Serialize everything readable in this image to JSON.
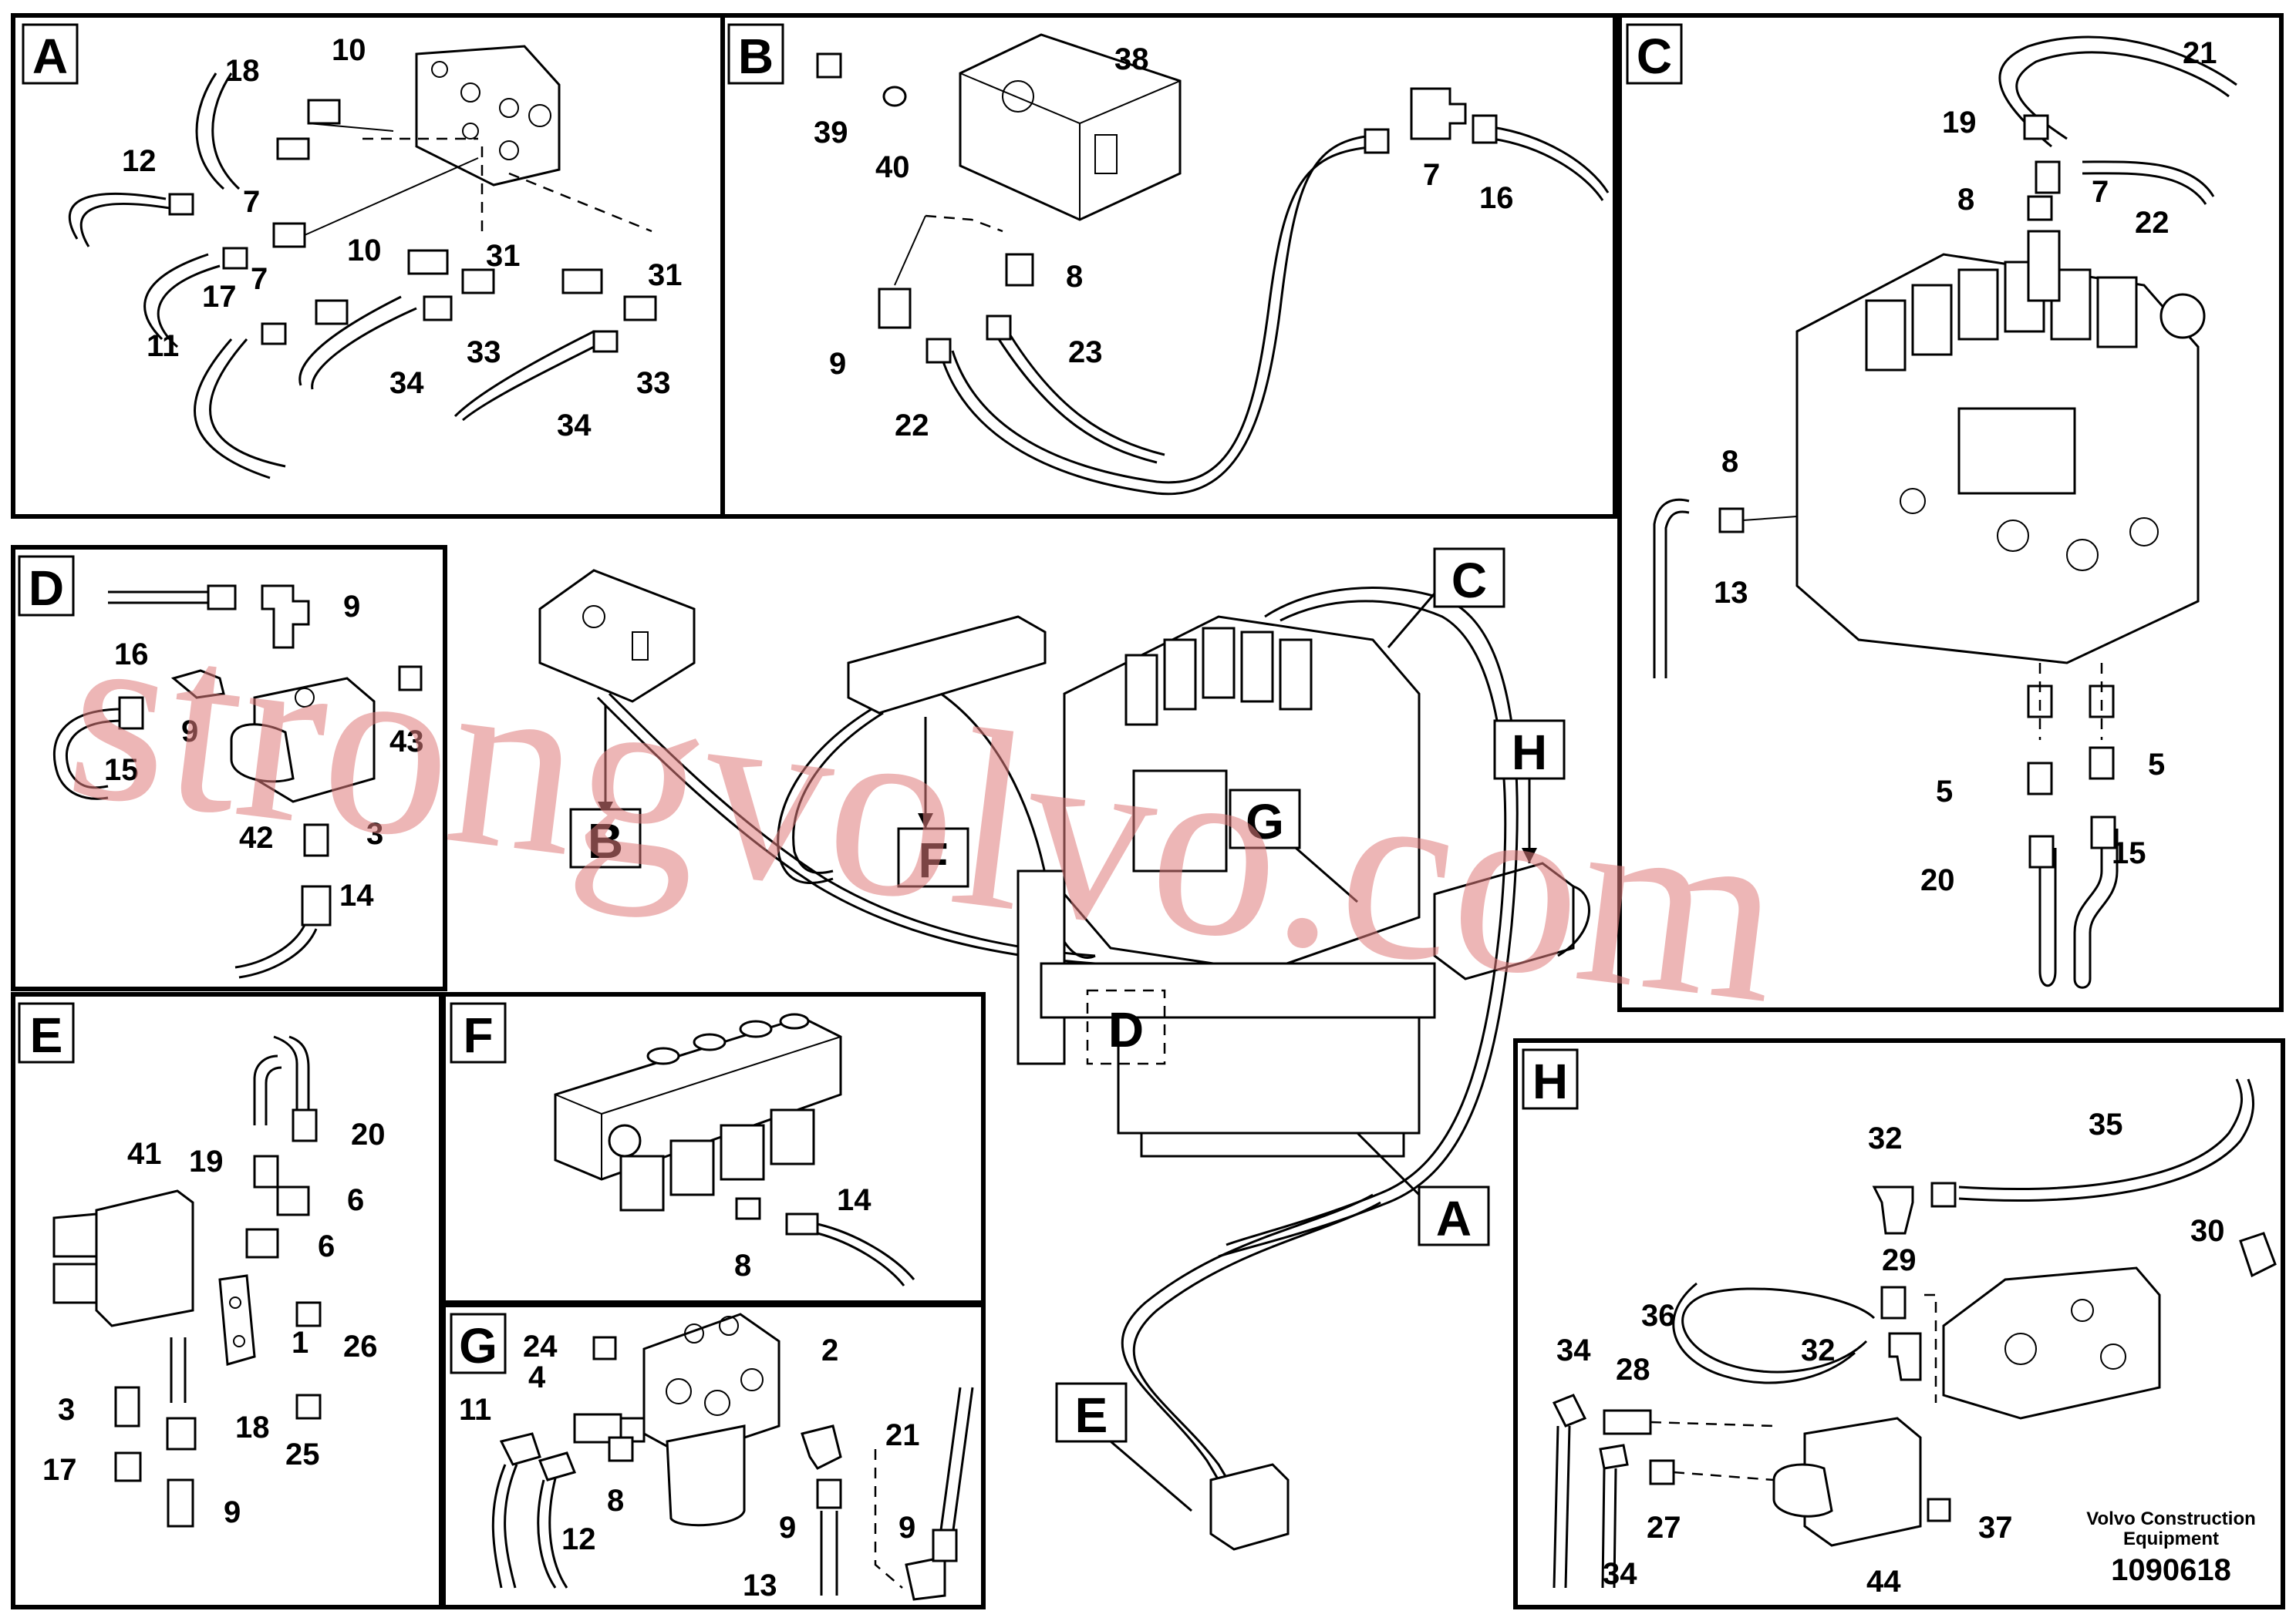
{
  "panels": [
    {
      "key": "A",
      "labels": [
        "10",
        "18",
        "12",
        "7",
        "7",
        "10",
        "31",
        "31",
        "17",
        "11",
        "34",
        "33",
        "33",
        "34"
      ]
    },
    {
      "key": "B",
      "labels": [
        "39",
        "40",
        "38",
        "7",
        "16",
        "8",
        "9",
        "23",
        "22"
      ]
    },
    {
      "key": "C",
      "labels": [
        "21",
        "19",
        "8",
        "7",
        "22",
        "8",
        "13",
        "5",
        "5",
        "15",
        "20"
      ]
    },
    {
      "key": "D",
      "labels": [
        "9",
        "16",
        "9",
        "43",
        "15",
        "42",
        "3",
        "14"
      ]
    },
    {
      "key": "E",
      "labels": [
        "20",
        "19",
        "41",
        "6",
        "6",
        "26",
        "1",
        "3",
        "18",
        "25",
        "17",
        "9"
      ]
    },
    {
      "key": "F",
      "labels": [
        "14",
        "8"
      ]
    },
    {
      "key": "G",
      "labels": [
        "24",
        "2",
        "4",
        "11",
        "8",
        "21",
        "9",
        "9",
        "12",
        "13"
      ]
    },
    {
      "key": "H",
      "labels": [
        "35",
        "32",
        "30",
        "29",
        "36",
        "32",
        "34",
        "28",
        "27",
        "37",
        "44",
        "34"
      ]
    }
  ],
  "main_callouts": [
    "B",
    "F",
    "G",
    "C",
    "H",
    "D",
    "A",
    "E"
  ],
  "watermark": "strongvolvo.com",
  "footer": {
    "brand": "Volvo Construction",
    "brand_line2": "Equipment",
    "drawing_number": "1090618"
  }
}
